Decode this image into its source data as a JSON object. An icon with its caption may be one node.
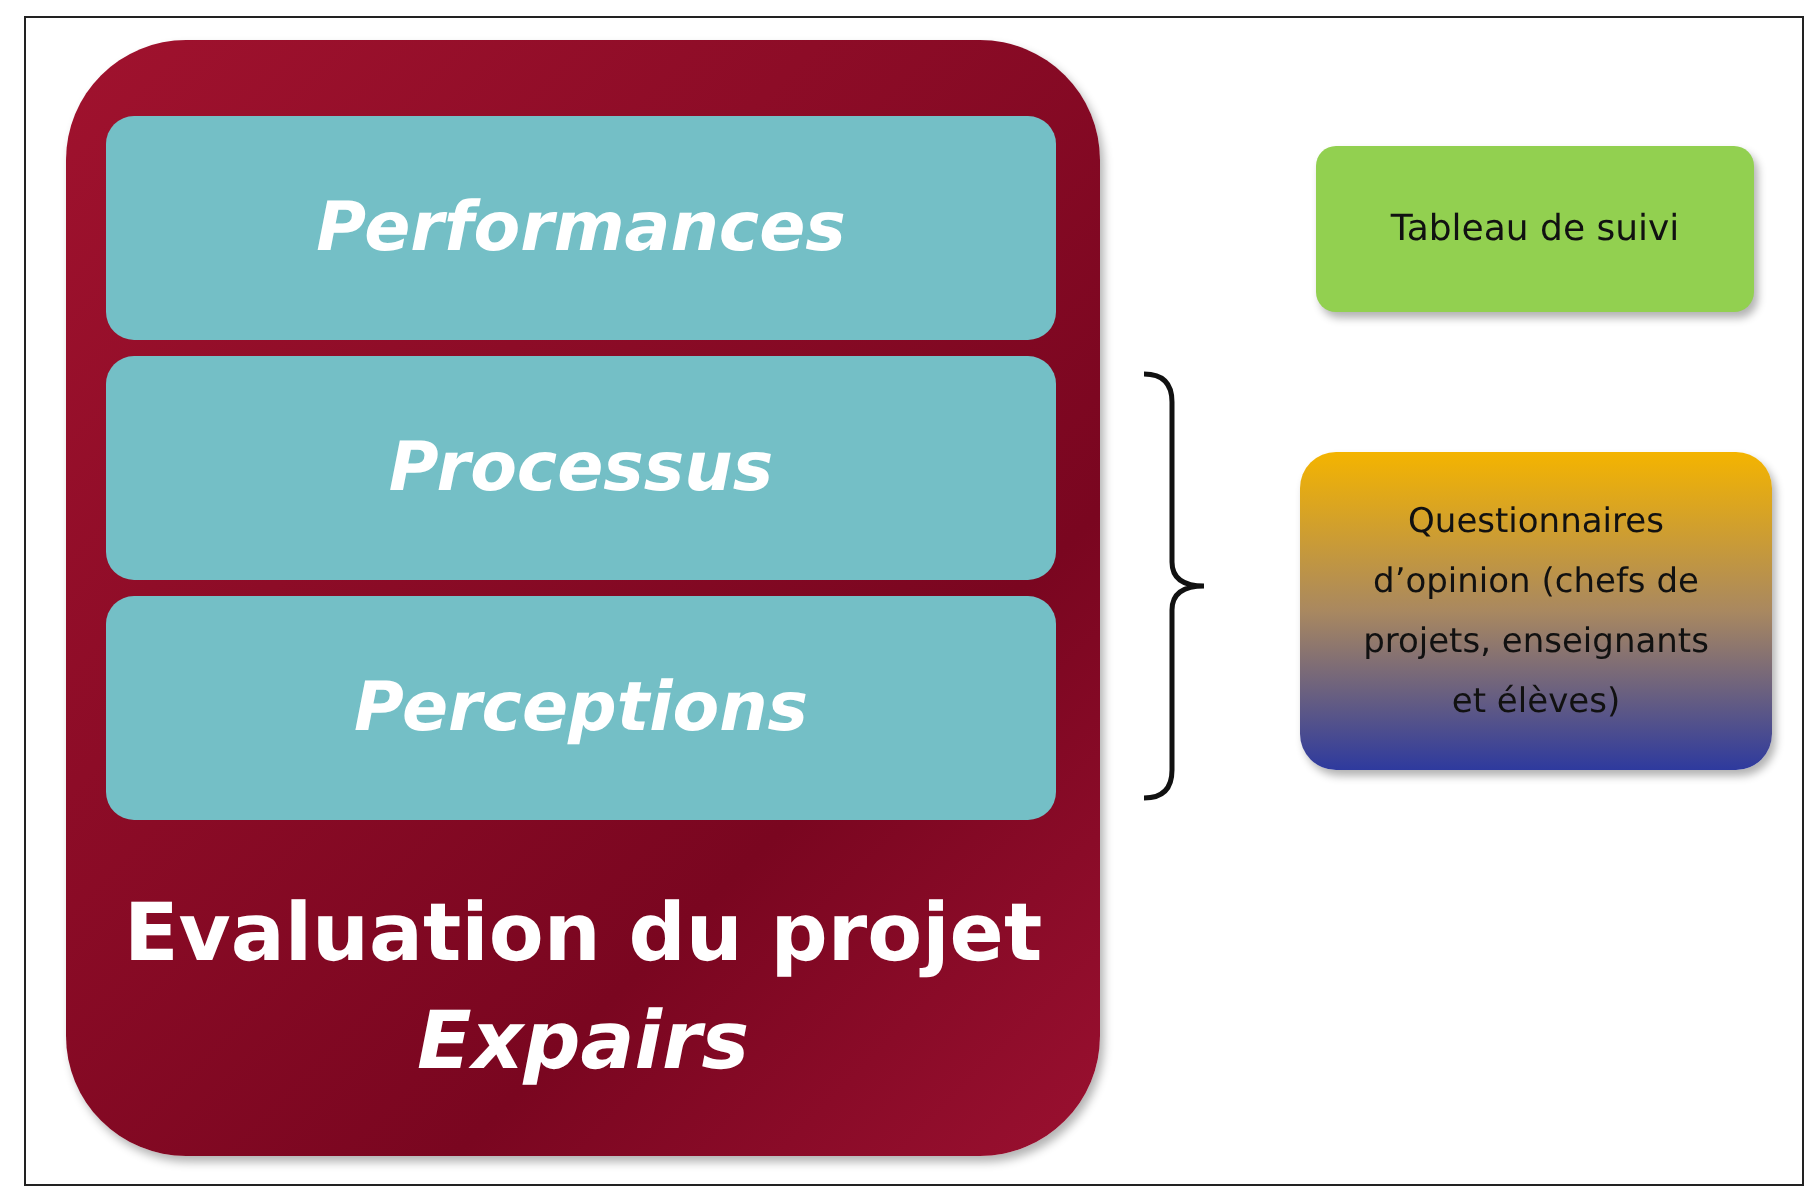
{
  "diagram": {
    "nodes": [
      {
        "text": [
          "Evaluation du projet *Expairs*"
        ]
      },
      {
        "text": [
          "Performances"
        ],
        "in": 0
      },
      {
        "text": [
          "Processus"
        ],
        "in": 0
      },
      {
        "text": [
          "Perceptions"
        ],
        "in": 0
      },
      {
        "text": [
          "Tableau de suivi"
        ]
      },
      {
        "text": [
          "Questionnaires d’opinion (chefs de projets, enseignants et élèves)"
        ]
      }
    ]
  }
}
